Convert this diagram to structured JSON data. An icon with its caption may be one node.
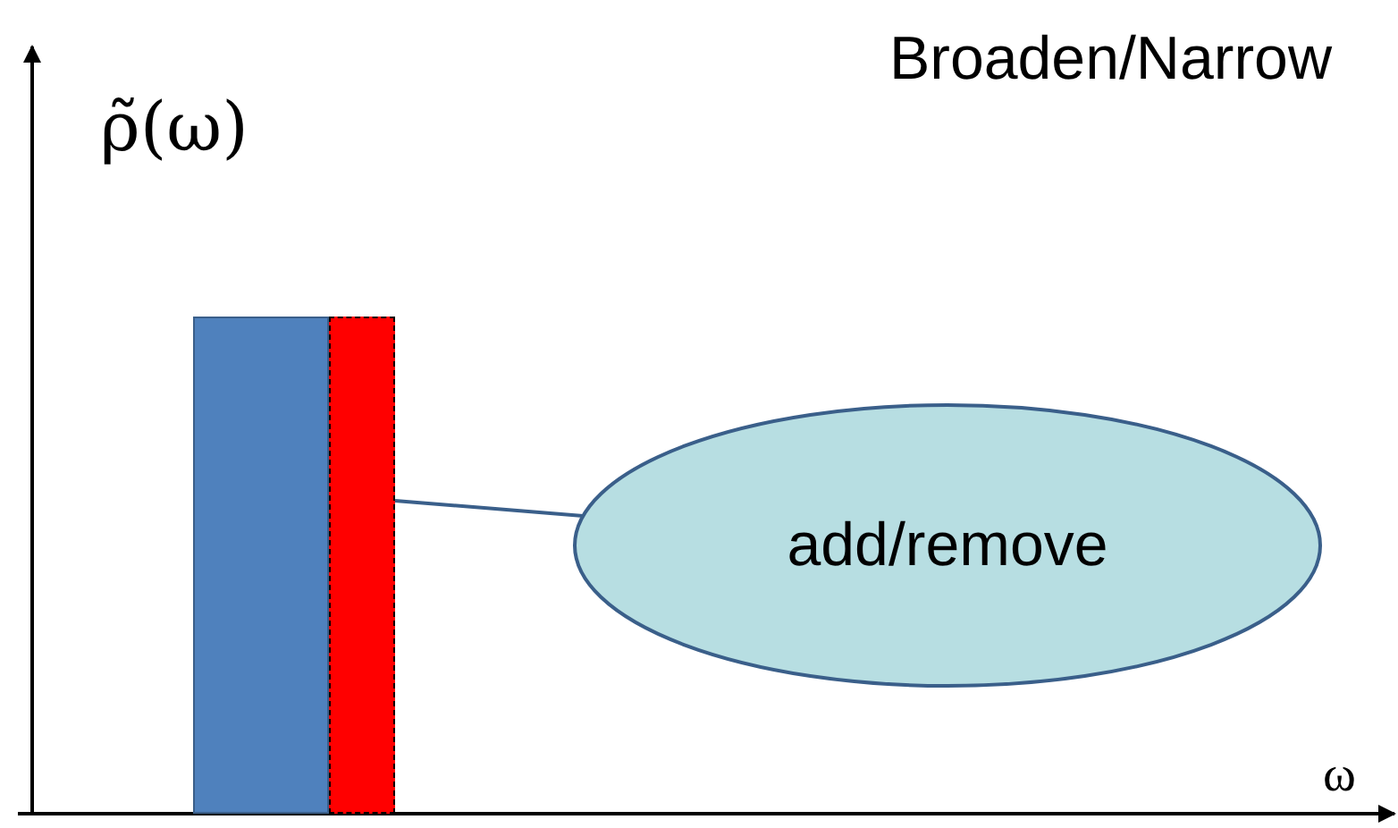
{
  "diagram": {
    "title": "Broaden/Narrow",
    "nodes": [
      {
        "text": [],
        "shape": "bar"
      },
      {
        "text": [],
        "shape": "bar"
      },
      {
        "text": [
          "add/remove"
        ]
      }
    ],
    "edges": [
      {
        "from": 2,
        "to": 1,
        "arrow": "none"
      }
    ],
    "labels": [
      "ρ̃(ω)",
      "ω"
    ]
  }
}
